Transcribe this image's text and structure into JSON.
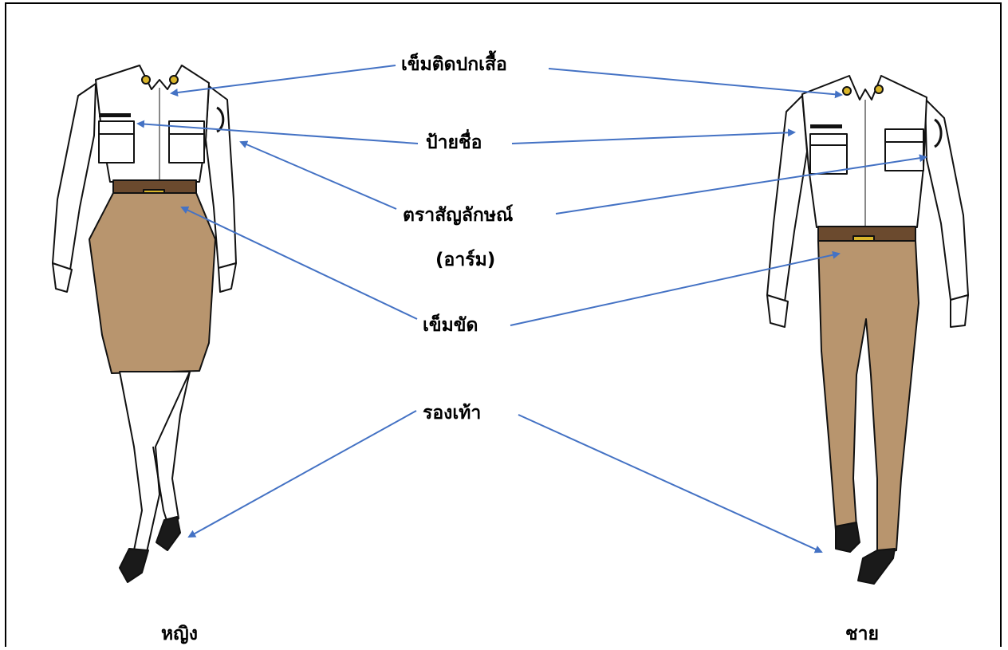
{
  "labels": {
    "collar_pin": "เข็มติดปกเสื้อ",
    "name_tag": "ป้ายชื่อ",
    "emblem_line1": "ตราสัญลักษณ์",
    "emblem_line2": "(อาร์ม)",
    "belt": "เข็มขัด",
    "shoes": "รองเท้า"
  },
  "captions": {
    "female": "หญิง",
    "male": "ชาย"
  },
  "colors": {
    "arrow": "#4472C4",
    "khaki": "#B8956E",
    "shirt": "#FFFFFF",
    "outline": "#111111",
    "belt_strap": "#6B4A2E",
    "buckle": "#D9B52A",
    "shoe": "#1A1A1A"
  }
}
